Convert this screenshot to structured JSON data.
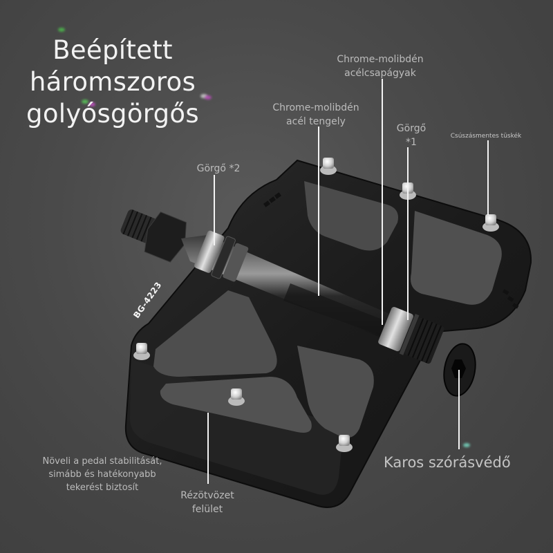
{
  "headline": {
    "lines": [
      "Beépített",
      "háromszoros",
      "golyósgörgős"
    ]
  },
  "product": {
    "model_code": "BG-4223",
    "colors": {
      "background": "#4a4a4a",
      "pedal_body": "#1e1e1e",
      "callout_line": "#f4f4f4",
      "label_text": "#bcbcbc",
      "headline_text": "#f2f2f2"
    }
  },
  "callouts": {
    "bearings": {
      "lines": [
        "Chrome-molibdén",
        "acélcsapágyak"
      ]
    },
    "axle": {
      "lines": [
        "Chrome-molibdén",
        "acél tengely"
      ]
    },
    "roller1": {
      "lines": [
        "Görgő",
        "*1"
      ]
    },
    "pins": {
      "lines": [
        "Csúszásmentes tüskék"
      ]
    },
    "roller2": {
      "lines": [
        "Görgő *2"
      ]
    },
    "stability": {
      "lines": [
        "Növeli a pedal stabilitását,",
        "simább és hatékonyabb",
        "tekerést biztosít"
      ]
    },
    "surface": {
      "lines": [
        "Rézötvözet",
        "felület"
      ]
    },
    "guard": {
      "lines": [
        "Karos szórásvédő"
      ]
    }
  }
}
